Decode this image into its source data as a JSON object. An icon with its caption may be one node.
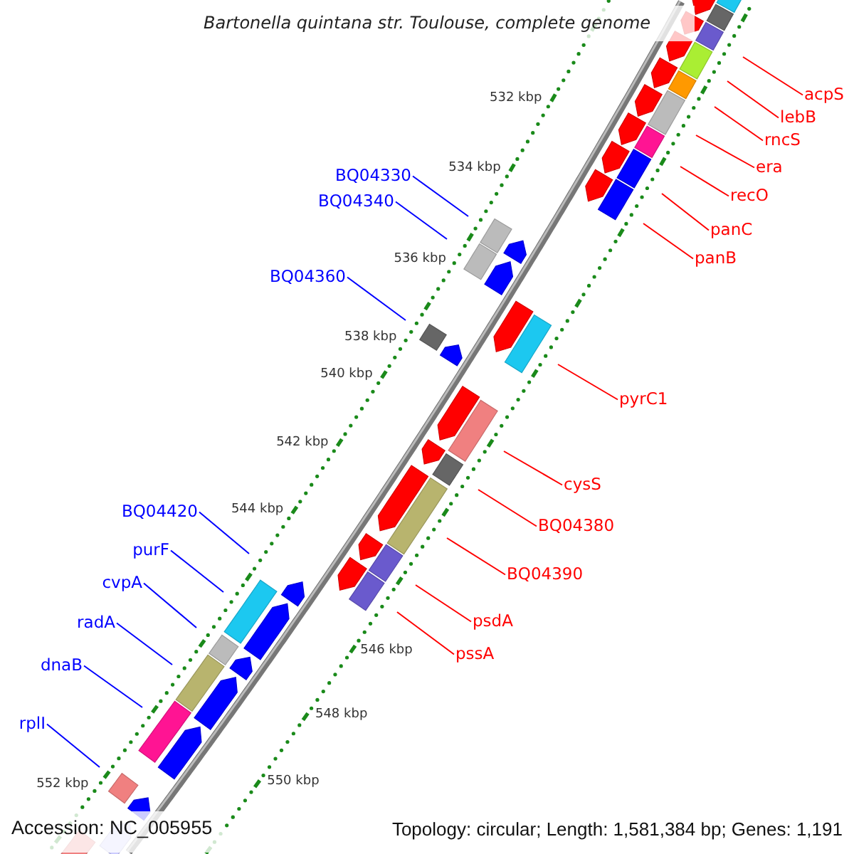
{
  "diagram": {
    "title": "Bartonella quintana str. Toulouse, complete genome",
    "nodes": [
      {
        "text": [
          "acpS"
        ]
      },
      {
        "text": [
          "lebB"
        ]
      },
      {
        "text": [
          "rncS"
        ]
      },
      {
        "text": [
          "era"
        ]
      },
      {
        "text": [
          "BQ04330"
        ]
      },
      {
        "text": [
          "recO"
        ]
      },
      {
        "text": [
          "BQ04340"
        ]
      },
      {
        "text": [
          "panC"
        ]
      },
      {
        "text": [
          "panB"
        ]
      },
      {
        "text": [
          "BQ04360"
        ]
      },
      {
        "text": [
          "pyrC1"
        ]
      },
      {
        "text": [
          "cysS"
        ]
      },
      {
        "text": [
          "BQ04420"
        ]
      },
      {
        "text": [
          "BQ04380"
        ]
      },
      {
        "text": [
          "purF"
        ]
      },
      {
        "text": [
          "BQ04390"
        ]
      },
      {
        "text": [
          "cvpA"
        ]
      },
      {
        "text": [
          "psdA"
        ]
      },
      {
        "text": [
          "radA"
        ]
      },
      {
        "text": [
          "pssA"
        ]
      },
      {
        "text": [
          "dnaB"
        ]
      },
      {
        "text": [
          "rplI"
        ]
      }
    ],
    "edges": [
      {
        "from": 0,
        "to": null,
        "arrow": "none"
      },
      {
        "from": 1,
        "to": null,
        "arrow": "none"
      },
      {
        "from": 2,
        "to": null,
        "arrow": "none"
      },
      {
        "from": 3,
        "to": null,
        "arrow": "none"
      },
      {
        "from": 4,
        "to": null,
        "arrow": "none",
        "color": "#0000ff"
      },
      {
        "from": 5,
        "to": null,
        "arrow": "none"
      },
      {
        "from": 6,
        "to": null,
        "arrow": "none",
        "color": "#0000ff"
      },
      {
        "from": 7,
        "to": null,
        "arrow": "none"
      },
      {
        "from": 8,
        "to": null,
        "arrow": "none"
      },
      {
        "from": 9,
        "to": null,
        "arrow": "none",
        "color": "#0000ff"
      },
      {
        "from": 10,
        "to": null,
        "arrow": "none"
      },
      {
        "from": 11,
        "to": null,
        "arrow": "none"
      },
      {
        "from": 12,
        "to": null,
        "arrow": "none",
        "color": "#0000ff"
      },
      {
        "from": 13,
        "to": null,
        "arrow": "none"
      },
      {
        "from": 14,
        "to": null,
        "arrow": "none",
        "color": "#0000ff"
      },
      {
        "from": 15,
        "to": null,
        "arrow": "none"
      },
      {
        "from": 16,
        "to": null,
        "arrow": "none",
        "color": "#0000ff"
      },
      {
        "from": 17,
        "to": null,
        "arrow": "none"
      },
      {
        "from": 18,
        "to": null,
        "arrow": "none",
        "color": "#0000ff"
      },
      {
        "from": 19,
        "to": null,
        "arrow": "none"
      },
      {
        "from": 20,
        "to": null,
        "arrow": "none",
        "color": "#0000ff"
      },
      {
        "from": 21,
        "to": null,
        "arrow": "none",
        "color": "#0000ff"
      }
    ],
    "labels": [
      "532 kbp",
      "534 kbp",
      "536 kbp",
      "538 kbp",
      "540 kbp",
      "542 kbp",
      "544 kbp",
      "546 kbp",
      "548 kbp",
      "550 kbp",
      "552 kbp",
      "Accession: NC_005955",
      "Topology: circular; Length: 1,581,384 bp; Genes: 1,191"
    ]
  }
}
